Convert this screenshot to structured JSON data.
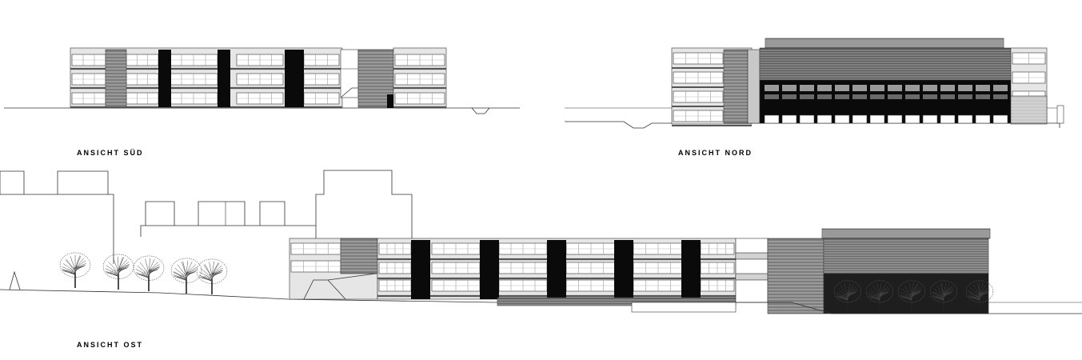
{
  "labels": {
    "south": "ANSICHT SÜD",
    "north": "ANSICHT NORD",
    "east": "ANSICHT OST"
  },
  "colors": {
    "line": "#333333",
    "dark": "#0a0a0a",
    "mid": "#7d7d7d",
    "light": "#c8c8c8",
    "pale": "#e6e6e6",
    "window": "#ffffff"
  }
}
